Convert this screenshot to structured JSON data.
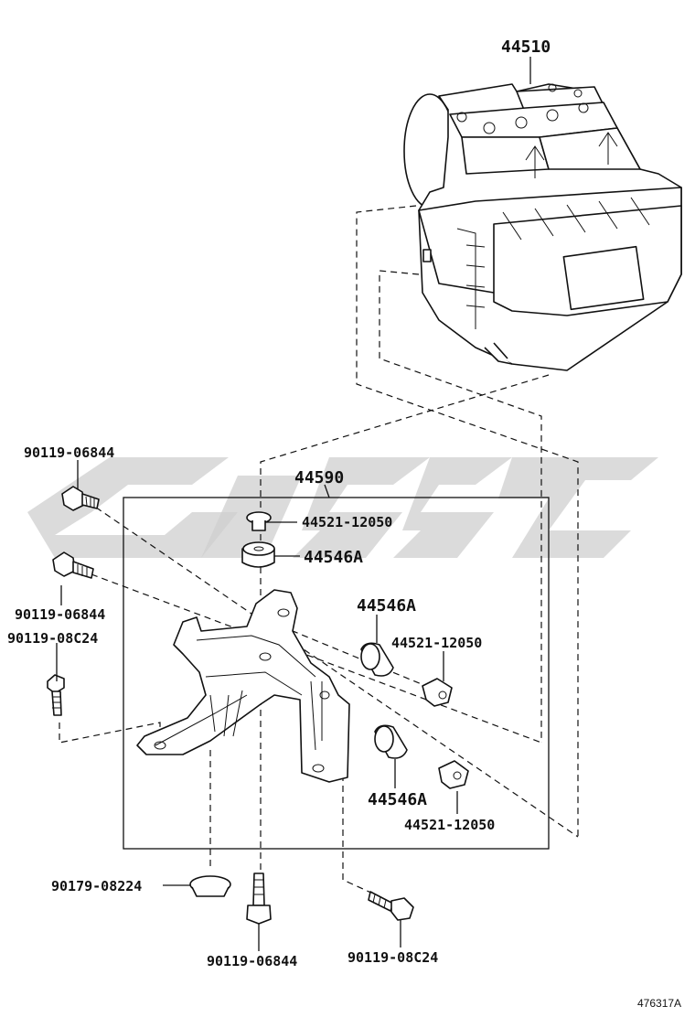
{
  "labels": {
    "main_unit": "44510",
    "bracket_assy": "44590",
    "bolt_top_left": "90119-06844",
    "bolt_left_upper": "90119-06844",
    "bolt_left_lower": "90119-08C24",
    "collar_top": "44521-12050",
    "cushion_top": "44546A",
    "cushion_mid": "44546A",
    "collar_mid": "44521-12050",
    "cushion_low": "44546A",
    "collar_low": "44521-12050",
    "nut_bottom": "90179-08224",
    "bolt_bottom": "90119-06844",
    "bolt_bottom_right": "90119-08C24"
  },
  "diagram_code": "476317A",
  "colors": {
    "line": "#111111",
    "watermark": "#cfcfcf",
    "background": "#ffffff"
  }
}
